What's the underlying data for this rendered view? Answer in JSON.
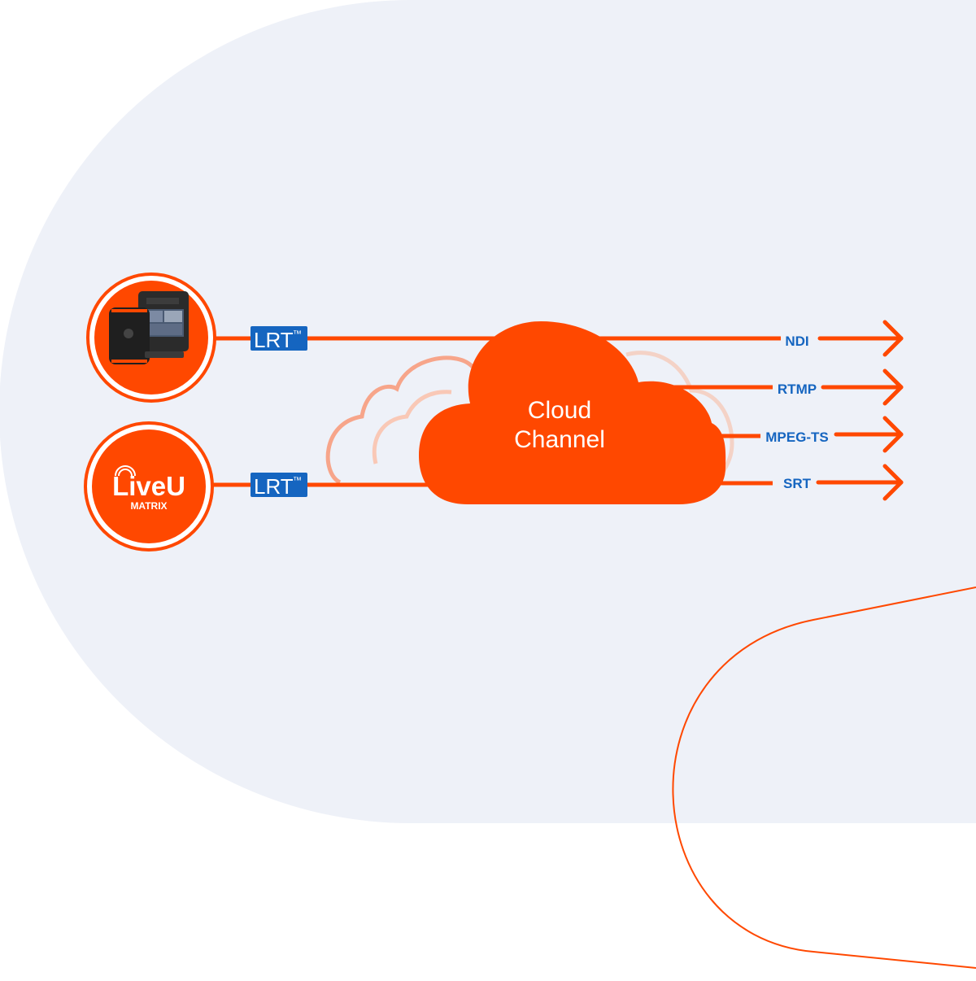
{
  "colors": {
    "accent": "#ff4800",
    "accent_light": "#f7a58a",
    "badge_blue": "#1565c0",
    "label_blue": "#1565c0",
    "panel_bg": "#eef1f8",
    "page_bg": "#ffffff"
  },
  "inputs": [
    {
      "id": "encoder",
      "icon": "liveu-encoder-device-icon",
      "badge": "LRT",
      "badge_mark": "™"
    },
    {
      "id": "matrix",
      "logo_text": "LiveU",
      "logo_sub": "MATRIX",
      "icon": "liveu-matrix-logo",
      "badge": "LRT",
      "badge_mark": "™"
    }
  ],
  "cloud": {
    "line1": "Cloud",
    "line2": "Channel"
  },
  "outputs": [
    {
      "label": "NDI"
    },
    {
      "label": "RTMP"
    },
    {
      "label": "MPEG-TS"
    },
    {
      "label": "SRT"
    }
  ]
}
